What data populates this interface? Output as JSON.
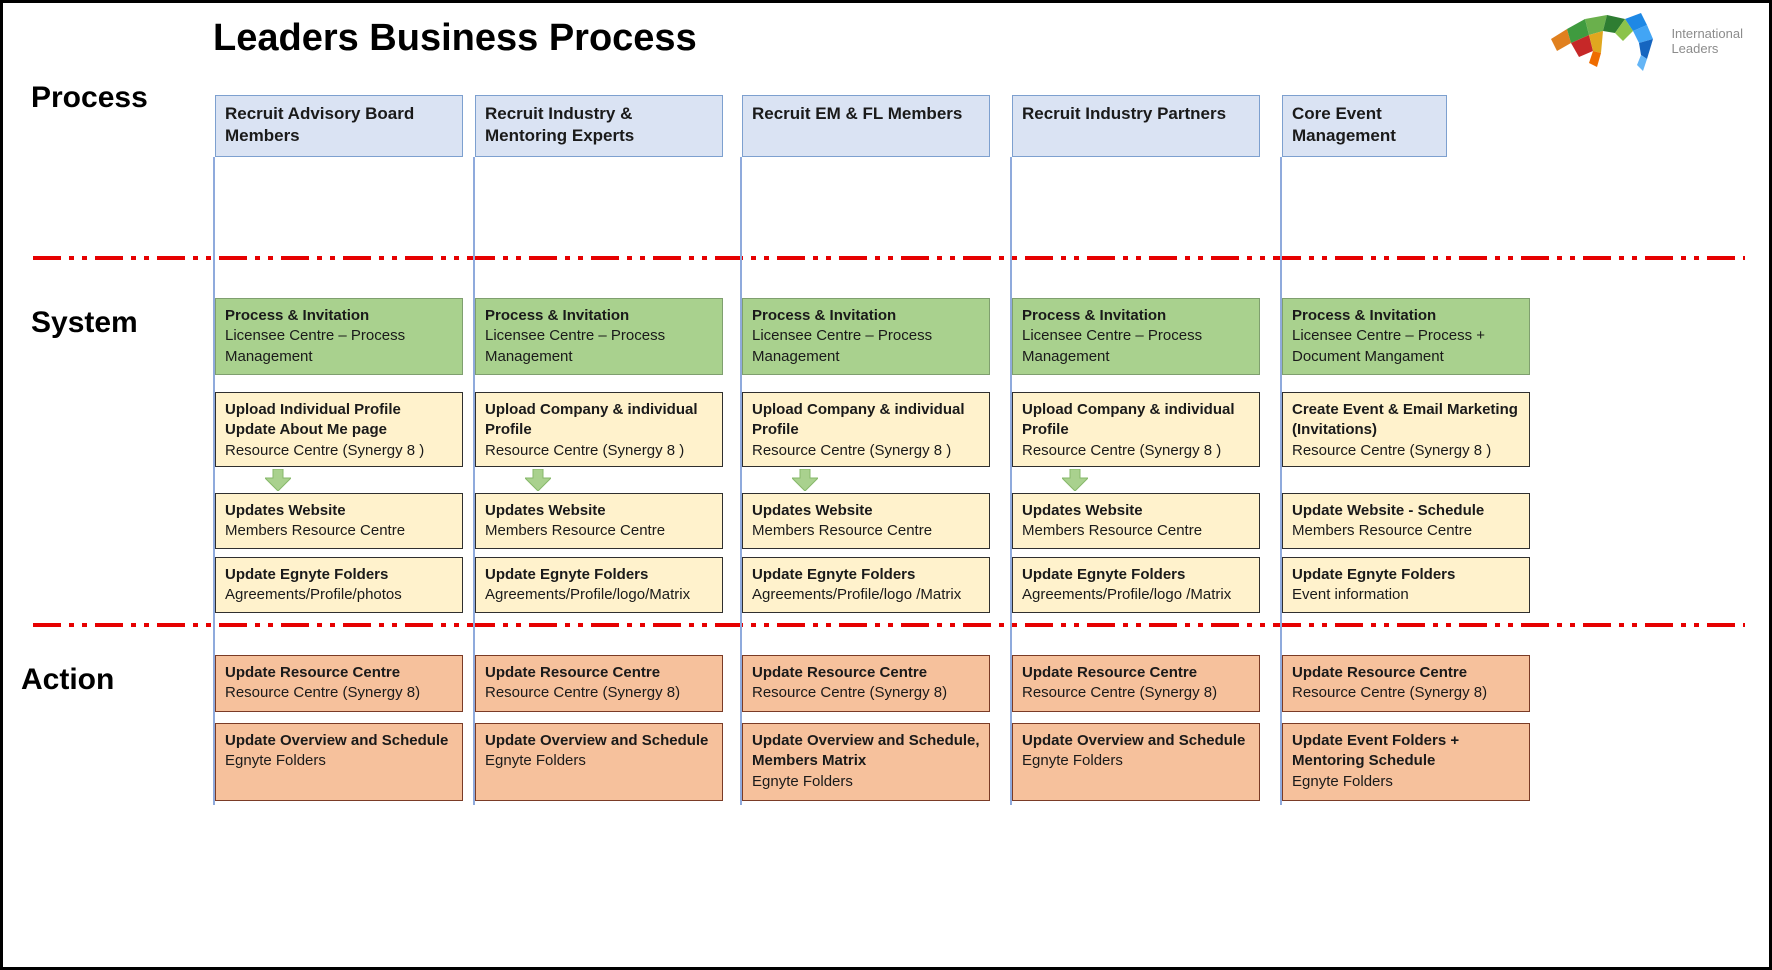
{
  "title": "Leaders Business Process",
  "logo": {
    "line1": "International",
    "line2": "Leaders"
  },
  "lanes": {
    "process": "Process",
    "system": "System",
    "action": "Action"
  },
  "columns": [
    {
      "header": "Recruit Advisory Board Members",
      "green": {
        "title": "Process & Invitation",
        "sub": "Licensee Centre – Process Management"
      },
      "upload": {
        "title": "Upload Individual Profile Update About Me page",
        "sub": "Resource Centre (Synergy 8 )"
      },
      "website": {
        "title": "Updates Website",
        "sub": "Members Resource Centre"
      },
      "egnyte": {
        "title": "Update Egnyte Folders",
        "sub": "Agreements/Profile/photos"
      },
      "resource": {
        "title": "Update Resource Centre",
        "sub": "Resource Centre (Synergy 8)"
      },
      "overview": {
        "title": "Update Overview and Schedule",
        "sub": "Egnyte Folders"
      }
    },
    {
      "header": "Recruit Industry & Mentoring Experts",
      "green": {
        "title": "Process & Invitation",
        "sub": "Licensee Centre – Process Management"
      },
      "upload": {
        "title": "Upload Company & individual Profile",
        "sub": "Resource Centre (Synergy 8 )"
      },
      "website": {
        "title": "Updates Website",
        "sub": "Members Resource Centre"
      },
      "egnyte": {
        "title": "Update Egnyte Folders",
        "sub": "Agreements/Profile/logo/Matrix"
      },
      "resource": {
        "title": "Update Resource Centre",
        "sub": "Resource Centre (Synergy 8)"
      },
      "overview": {
        "title": "Update Overview and Schedule",
        "sub": "Egnyte Folders"
      }
    },
    {
      "header": "Recruit EM & FL Members",
      "green": {
        "title": "Process & Invitation",
        "sub": "Licensee Centre – Process Management"
      },
      "upload": {
        "title": "Upload Company & individual Profile",
        "sub": "Resource Centre (Synergy 8 )"
      },
      "website": {
        "title": "Updates Website",
        "sub": "Members Resource Centre"
      },
      "egnyte": {
        "title": "Update Egnyte Folders",
        "sub": "Agreements/Profile/logo /Matrix"
      },
      "resource": {
        "title": "Update Resource Centre",
        "sub": "Resource Centre (Synergy 8)"
      },
      "overview": {
        "title": "Update Overview and Schedule, Members Matrix",
        "sub": "Egnyte Folders"
      }
    },
    {
      "header": "Recruit Industry Partners",
      "green": {
        "title": "Process & Invitation",
        "sub": "Licensee Centre – Process Management"
      },
      "upload": {
        "title": "Upload Company & individual Profile",
        "sub": "Resource Centre (Synergy 8 )"
      },
      "website": {
        "title": "Updates Website",
        "sub": "Members Resource Centre"
      },
      "egnyte": {
        "title": "Update Egnyte Folders",
        "sub": "Agreements/Profile/logo /Matrix"
      },
      "resource": {
        "title": "Update Resource Centre",
        "sub": "Resource Centre (Synergy 8)"
      },
      "overview": {
        "title": "Update Overview and Schedule",
        "sub": "Egnyte Folders"
      }
    },
    {
      "header": "Core Event Management",
      "green": {
        "title": "Process & Invitation",
        "sub": "Licensee Centre – Process + Document Mangament"
      },
      "upload": {
        "title": "Create Event & Email Marketing (Invitations)",
        "sub": "Resource Centre (Synergy 8 )"
      },
      "website": {
        "title": "Update Website - Schedule",
        "sub": "Members Resource Centre"
      },
      "egnyte": {
        "title": "Update Egnyte Folders",
        "sub": "Event information"
      },
      "resource": {
        "title": "Update Resource Centre",
        "sub": "Resource Centre (Synergy 8)"
      },
      "overview": {
        "title": "Update Event Folders + Mentoring Schedule",
        "sub": "Egnyte Folders"
      }
    }
  ]
}
